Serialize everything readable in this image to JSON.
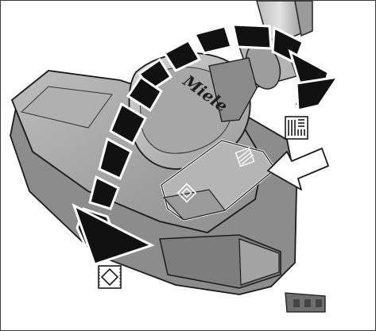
{
  "illustration": {
    "subject": "floor-brush",
    "brand_logo_text": "Miele",
    "colors": {
      "background": "#ffffff",
      "body_dark": "#8f8f8f",
      "body_mid": "#a6a6a6",
      "body_light": "#c7c7c7",
      "arrow": "#111111",
      "frame": "#3a3a3a"
    }
  },
  "symbols": {
    "carpet_setting": "carpet-symbol",
    "hard_floor_setting": "hard-floor-symbol",
    "selector_button": "push-arrow"
  }
}
